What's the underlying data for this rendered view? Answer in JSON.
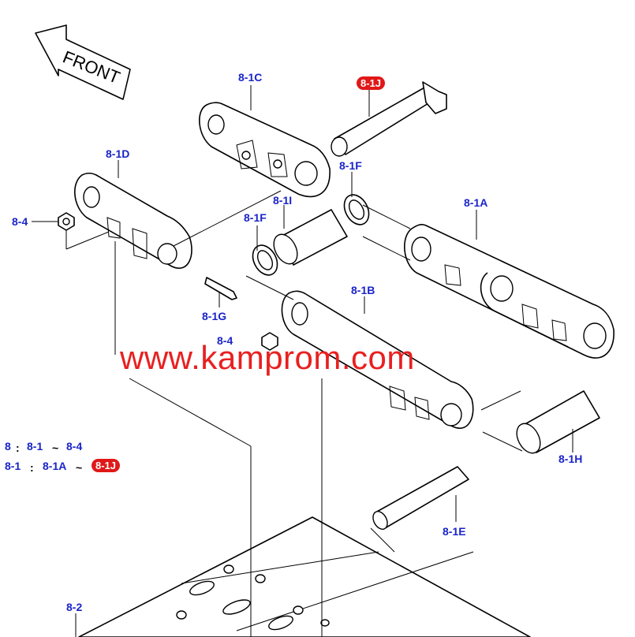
{
  "front_arrow": {
    "label": "FRONT",
    "icon": "front-arrow-icon"
  },
  "labels": {
    "c81c": "8-1C",
    "c81j": "8-1J",
    "c81d": "8-1D",
    "c81f_top": "8-1F",
    "c81i": "8-1I",
    "c84_left": "8-4",
    "c81f_mid": "8-1F",
    "c81a": "8-1A",
    "c81b": "8-1B",
    "c81g": "8-1G",
    "c84_mid": "8-4",
    "c81h": "8-1H",
    "c81e": "8-1E",
    "c82": "8-2"
  },
  "legend": {
    "row1": {
      "a": "8",
      "sep": ":",
      "b": "8-1",
      "tilde": "~",
      "c": "8-4"
    },
    "row2": {
      "a": "8-1",
      "sep": ":",
      "b": "8-1A",
      "tilde": "~",
      "c": "8-1J"
    }
  },
  "watermark": "www.kamprom.com",
  "colors": {
    "label_blue": "#1a24c8",
    "highlight_red": "#e01818",
    "watermark_red": "#e82020"
  }
}
